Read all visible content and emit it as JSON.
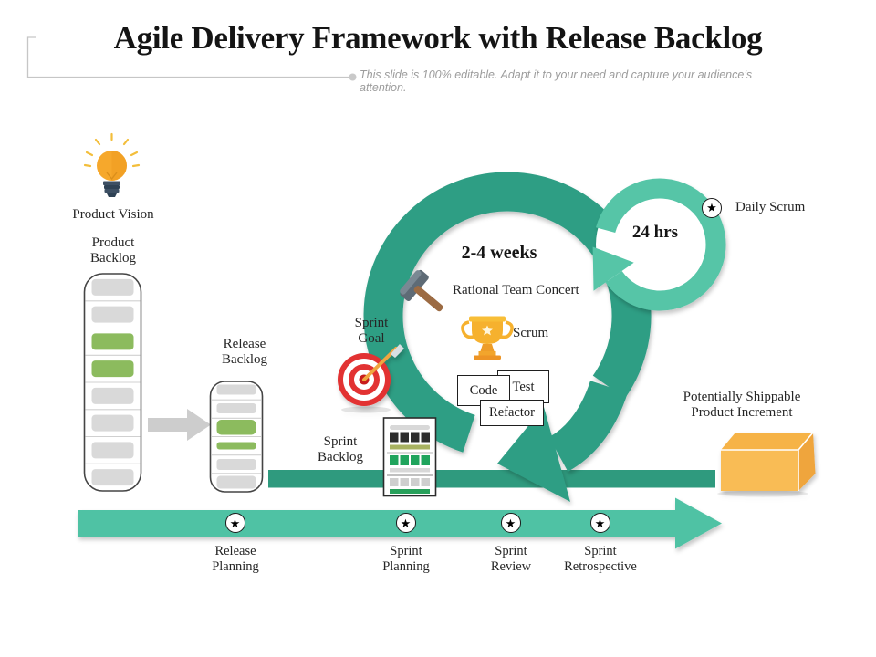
{
  "slide": {
    "title": "Agile Delivery Framework with Release Backlog",
    "subtitle": "This slide is 100% editable. Adapt it to your need and capture your audience’s attention."
  },
  "artifacts": {
    "product_vision": "Product Vision",
    "product_backlog": "Product\nBacklog",
    "release_backlog": "Release\nBacklog",
    "sprint_goal": "Sprint\nGoal",
    "sprint_backlog": "Sprint\nBacklog"
  },
  "cycle": {
    "sprint_duration": "2-4 weeks",
    "tool": "Rational Team Concert",
    "framework": "Scrum",
    "activities": [
      "Code",
      "Test",
      "Refactor"
    ],
    "daily_duration": "24 hrs",
    "daily_scrum": "Daily Scrum",
    "output": "Potentially Shippable\nProduct Increment"
  },
  "timeline": {
    "milestones": [
      "Release\nPlanning",
      "Sprint\nPlanning",
      "Sprint\nReview",
      "Sprint\nRetrospective"
    ]
  },
  "icons": {
    "star": "★",
    "names": [
      "lightbulb-icon",
      "target-icon",
      "hammer-icon",
      "trophy-icon",
      "document-icon",
      "box-icon",
      "star-icon",
      "arrow-icon"
    ]
  },
  "colors": {
    "ring_dark_teal": "#2F9E84",
    "connector_bar_teal": "#2F9A7E",
    "ring_light_teal": "#56C5A7",
    "timeline_teal": "#4FC2A4",
    "backlog_green": "#8CBB5E",
    "backlog_gray": "#D9D9D9",
    "doc_green": "#1FA45C",
    "doc_olive": "#A8B261",
    "box_orange": "#F9BC55",
    "target_red": "#E23131",
    "bulb_yellow": "#F6A82C"
  }
}
